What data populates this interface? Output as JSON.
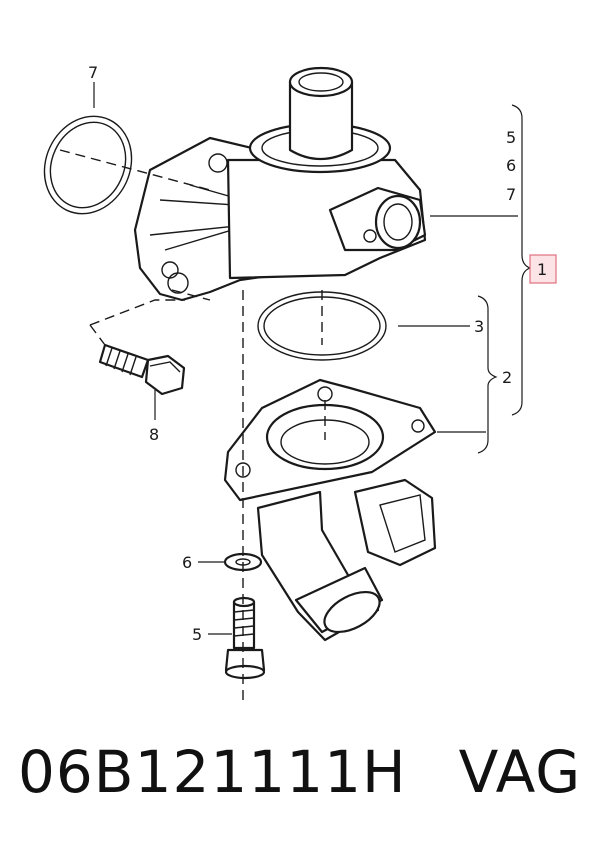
{
  "callouts": {
    "c7_top": "7",
    "c5": "5",
    "c6": "6",
    "c7": "7",
    "c1": "1",
    "c3": "3",
    "c2": "2",
    "c8": "8",
    "c6_bottom": "6",
    "c5_bottom": "5"
  },
  "caption": {
    "part_number": "06B121111H",
    "brand": "VAG"
  },
  "colors": {
    "highlight_fill": "#fbe3e6",
    "highlight_stroke": "#e0707f",
    "line": "#1a1a1a"
  }
}
